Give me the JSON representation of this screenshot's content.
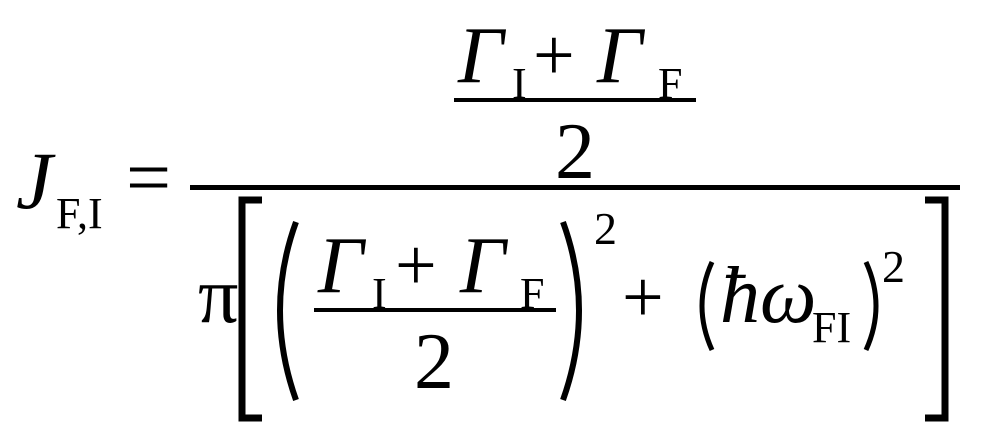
{
  "equation": {
    "lhs": {
      "symbol": "J",
      "subscript": "F,I"
    },
    "equals": "=",
    "numerator": {
      "gamma1": {
        "symbol": "Γ",
        "subscript": "I"
      },
      "plus": "+",
      "gamma2": {
        "symbol": "Γ",
        "subscript": "F"
      },
      "divisor": "2"
    },
    "denominator": {
      "pi": "π",
      "gamma1": {
        "symbol": "Γ",
        "subscript": "I"
      },
      "plus_inner": "+",
      "gamma2": {
        "symbol": "Γ",
        "subscript": "F"
      },
      "divisor": "2",
      "exponent1": "2",
      "plus_outer": "+",
      "hbar": "ħ",
      "omega": {
        "symbol": "ω",
        "subscript": "FI"
      },
      "exponent2": "2"
    }
  }
}
